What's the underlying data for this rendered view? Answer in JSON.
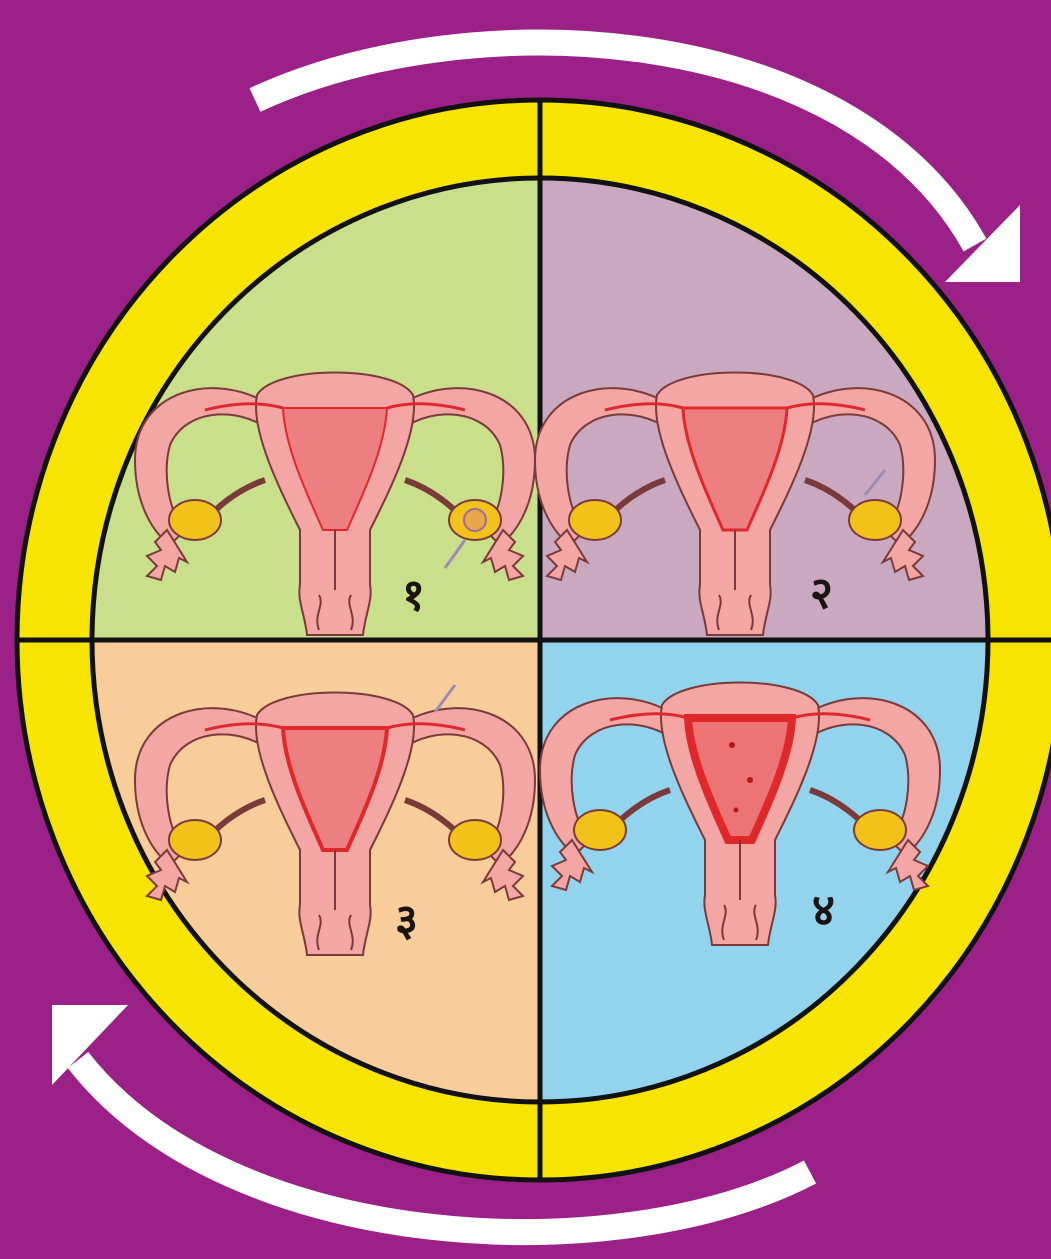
{
  "colors": {
    "background": "#9b2189",
    "ring": "#f7e400",
    "outline": "#111111",
    "arrow": "#ffffff",
    "organ": "#f3a6a4",
    "organ_inner": "#ee7f80",
    "organ_stroke": "#7a3a3a",
    "lining": "#e0282a",
    "ovary": "#f2c21b",
    "follicle": "#e9a64a",
    "quadrant_1": "#c9df8a",
    "quadrant_2": "#c9a8c0",
    "quadrant_3": "#f8cd9a",
    "quadrant_4": "#92d3ee"
  },
  "quadrants": [
    {
      "label": "१",
      "phase_icon": "ovary-follicle-icon"
    },
    {
      "label": "२",
      "phase_icon": "ovulation-icon"
    },
    {
      "label": "३",
      "phase_icon": "fallopian-tube-egg-icon"
    },
    {
      "label": "४",
      "phase_icon": "menstruation-icon"
    }
  ],
  "cycle_arrows": [
    "top-clockwise-arrow-icon",
    "bottom-clockwise-arrow-icon"
  ]
}
